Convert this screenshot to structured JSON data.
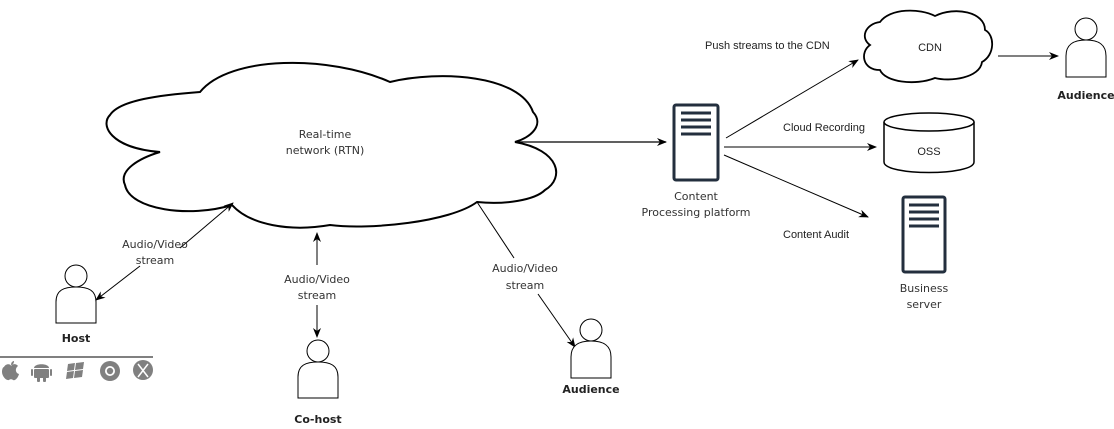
{
  "diagram": {
    "nodes": {
      "rtn": {
        "label_line1": "Real-time",
        "label_line2": "network (RTN)"
      },
      "content_platform": {
        "label_line1": "Content",
        "label_line2": "Processing platform"
      },
      "cdn": {
        "label": "CDN"
      },
      "oss": {
        "label": "OSS"
      },
      "business_server": {
        "label_line1": "Business",
        "label_line2": "server"
      },
      "host": {
        "label": "Host"
      },
      "cohost": {
        "label": "Co-host"
      },
      "audience_rtn": {
        "label": "Audience"
      },
      "audience_cdn": {
        "label": "Audience"
      }
    },
    "edges": {
      "host_rtn": {
        "label_line1": "Audio/Video",
        "label_line2": "stream"
      },
      "cohost_rtn": {
        "label_line1": "Audio/Video",
        "label_line2": "stream"
      },
      "rtn_audience": {
        "label_line1": "Audio/Video",
        "label_line2": "stream"
      },
      "platform_cdn": {
        "label": "Push streams to the CDN"
      },
      "platform_oss": {
        "label": "Cloud Recording"
      },
      "platform_business": {
        "label": "Content Audit"
      }
    },
    "platform_icons": [
      "apple-icon",
      "android-icon",
      "windows-icon",
      "chrome-icon",
      "macos-x-icon"
    ],
    "colors": {
      "stroke": "#000000",
      "server": "#232f3e",
      "icons": "#808080"
    }
  }
}
